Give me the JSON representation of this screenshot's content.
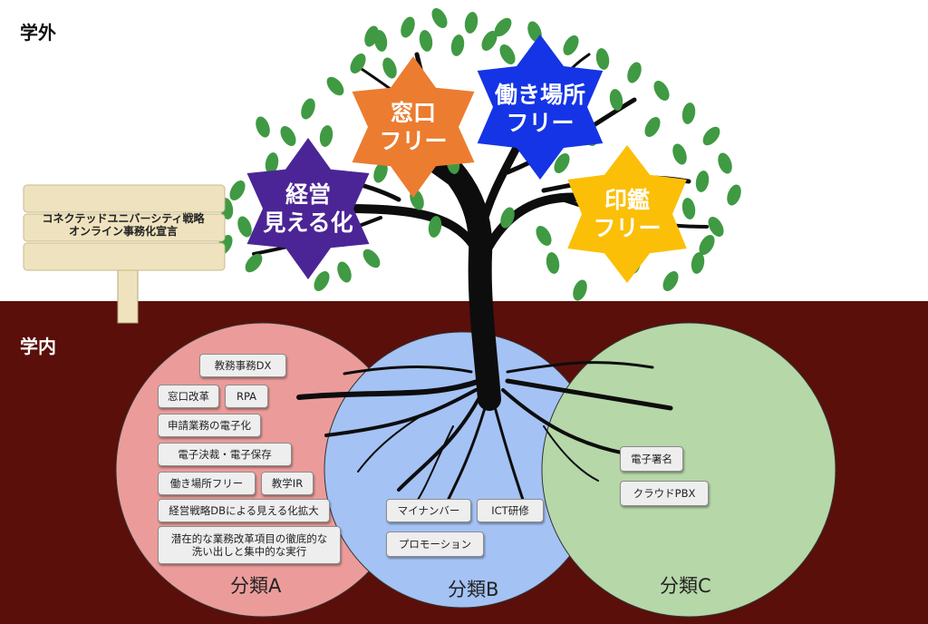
{
  "regions": {
    "outside": "学外",
    "inside": "学内"
  },
  "sign": {
    "text": "コネクテッドユニバーシティ戦略\nオンライン事務化宣言"
  },
  "stars": [
    {
      "id": "madoguchi",
      "text": "窓口\nフリー",
      "color": "#ec7c30"
    },
    {
      "id": "hataraki",
      "text": "働き場所\nフリー",
      "color": "#1434e6"
    },
    {
      "id": "keiei",
      "text": "経営\n見える化",
      "color": "#4b2596"
    },
    {
      "id": "inkan",
      "text": "印鑑\nフリー",
      "color": "#fbbf08"
    }
  ],
  "categories": [
    {
      "name": "分類A",
      "color": "#eb9c9a",
      "tags": [
        "教務事務DX",
        "窓口改革",
        "RPA",
        "申請業務の電子化",
        "電子決裁・電子保存",
        "働き場所フリー",
        "教学IR",
        "経営戦略DBによる見える化拡大",
        "潜在的な業務改革項目の徹底的な\n洗い出しと集中的な実行"
      ]
    },
    {
      "name": "分類B",
      "color": "#a4c2f4",
      "tags": [
        "マイナンバー",
        "ICT研修",
        "プロモーション"
      ]
    },
    {
      "name": "分類C",
      "color": "#b6d7a8",
      "tags": [
        "電子署名",
        "クラウドPBX"
      ]
    }
  ],
  "colors": {
    "ground": "#5a0f0a",
    "leaf": "#3f9a43",
    "trunk": "#0d0d0d",
    "sign": "#efe3bf"
  }
}
